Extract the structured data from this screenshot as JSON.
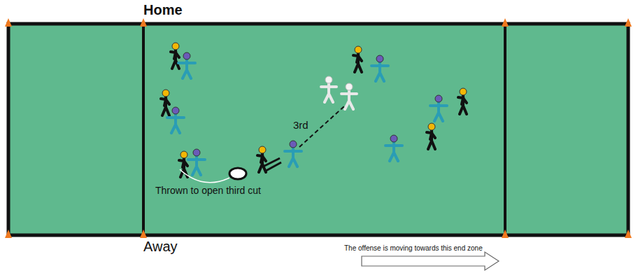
{
  "diagram": {
    "labels": [
      "Home",
      "Away",
      "3rd",
      "Thrown to open third cut",
      "The offense is moving towards this end zone"
    ]
  }
}
